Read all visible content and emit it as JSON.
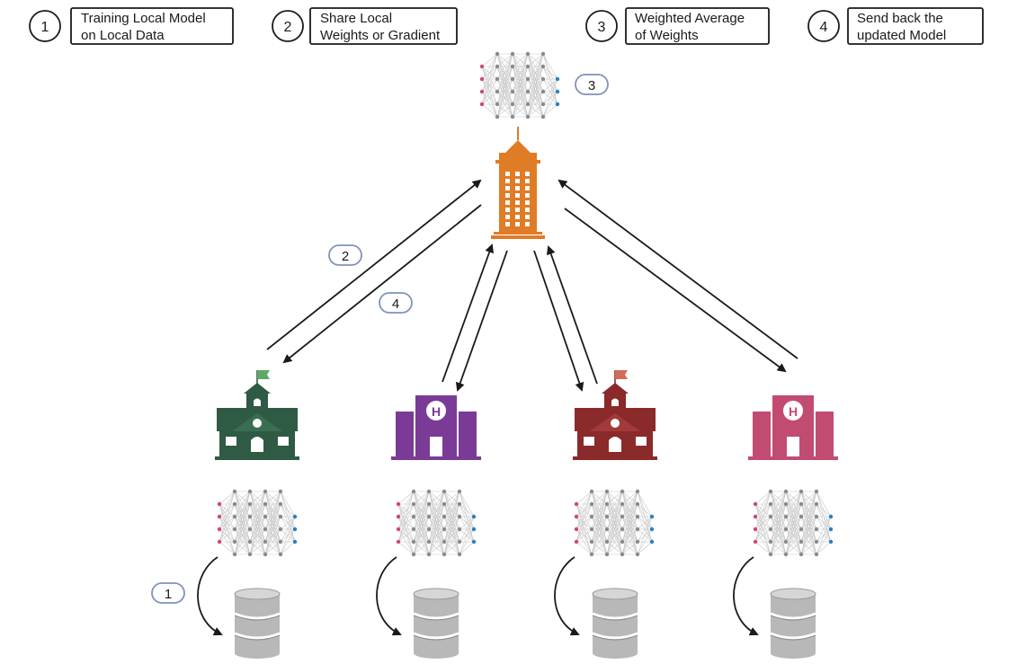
{
  "legend": [
    {
      "number": "1",
      "lines": [
        "Training Local Model",
        "on Local Data"
      ]
    },
    {
      "number": "2",
      "lines": [
        "Share Local",
        "Weights or Gradient"
      ]
    },
    {
      "number": "3",
      "lines": [
        "Weighted Average",
        "of Weights"
      ]
    },
    {
      "number": "4",
      "lines": [
        "Send back the",
        "updated Model"
      ]
    }
  ],
  "pills": {
    "server": "3",
    "share": "2",
    "send": "4",
    "train": "1"
  },
  "nodes": [
    {
      "name": "school-green",
      "kind": "school",
      "color": "#2f5a44",
      "flag": "#5fa86a"
    },
    {
      "name": "hospital-purple",
      "kind": "hospital",
      "color": "#7a3b96"
    },
    {
      "name": "school-red",
      "kind": "school",
      "color": "#8b2a2a",
      "flag": "#d46a5a"
    },
    {
      "name": "hospital-pink",
      "kind": "hospital",
      "color": "#c24b72"
    }
  ],
  "colors": {
    "server": "#e07b26",
    "arrow": "#1a1a1a",
    "pill_border": "#7f93b8",
    "input_node": "#d0467a",
    "output_node": "#2b7fc1",
    "hidden_node": "#8a8a8a",
    "database": "#b8b8b8"
  },
  "icons": [
    "server-building-icon",
    "school-icon",
    "hospital-icon",
    "neural-network-icon",
    "database-icon"
  ]
}
